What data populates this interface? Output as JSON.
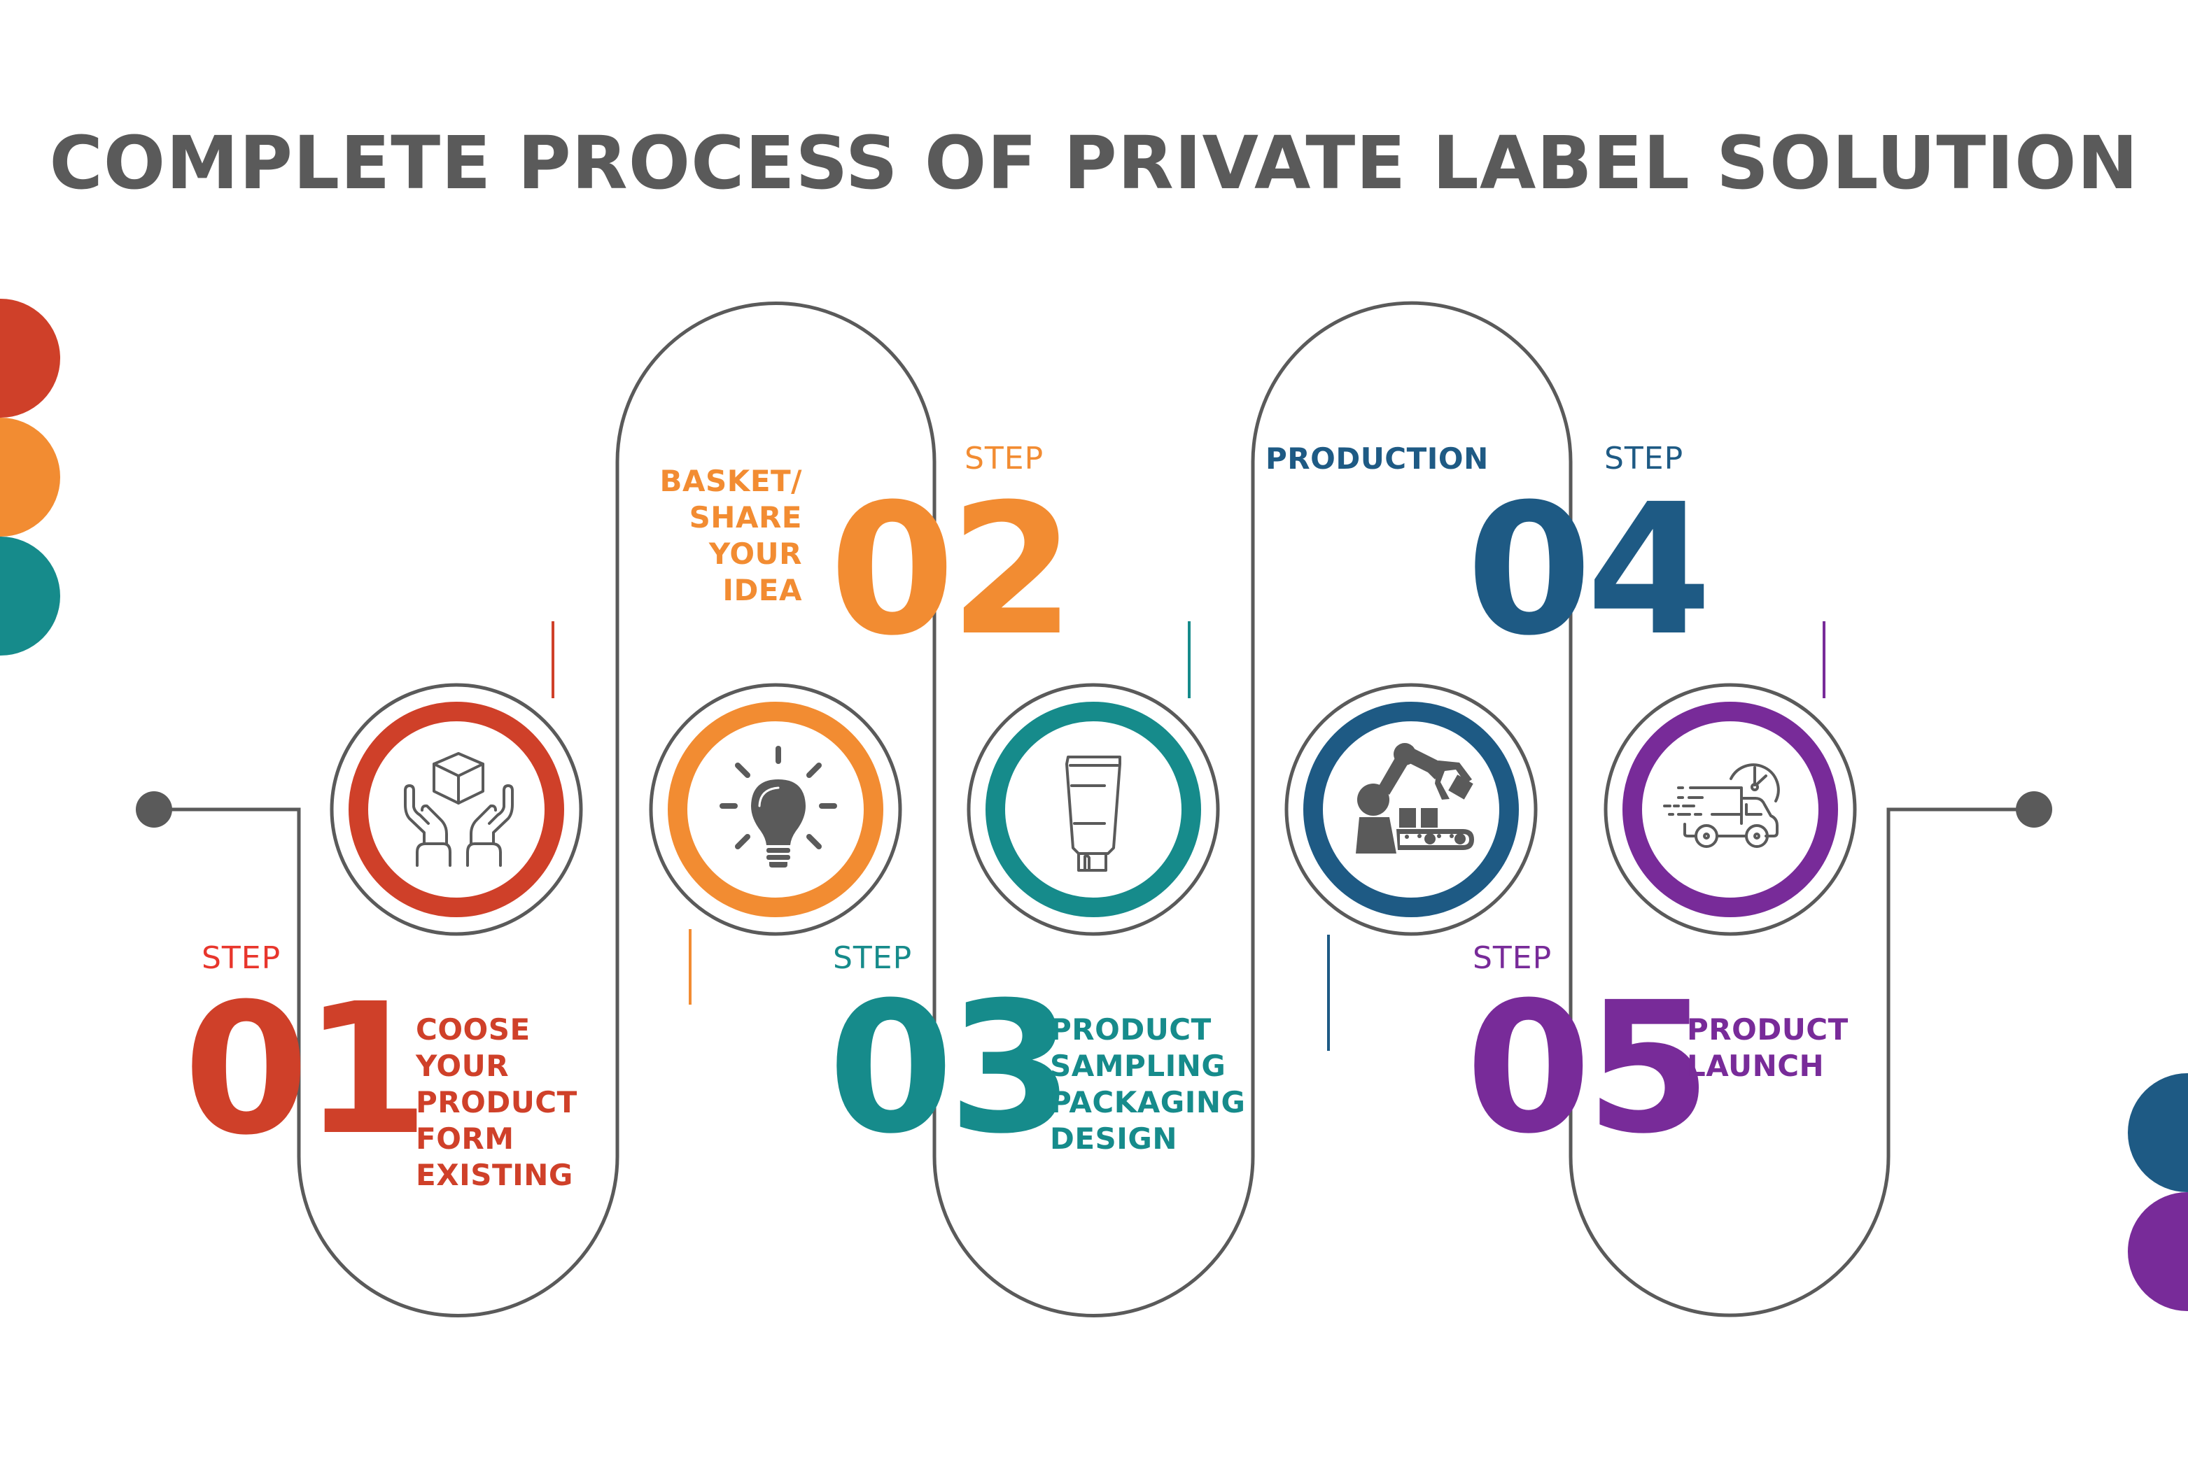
{
  "title": "COMPLETE PROCESS OF PRIVATE LABEL SOLUTION",
  "colors": {
    "title": "#5a5a5a",
    "line": "#5a5a5a",
    "step1": "#cf4029",
    "step2": "#f28c32",
    "step3": "#168b8b",
    "step4": "#1e5a84",
    "step5": "#782b99"
  },
  "steps": [
    {
      "label": "STEP",
      "number": "01",
      "description": [
        "COOSE",
        "YOUR",
        "PRODUCT",
        "FORM",
        "EXISTING"
      ],
      "icon": "hands-holding-box-icon",
      "color": "#cf4029"
    },
    {
      "label": "STEP",
      "number": "02",
      "description": [
        "BASKET/",
        "SHARE",
        "YOUR",
        "IDEA"
      ],
      "icon": "lightbulb-icon",
      "color": "#f28c32"
    },
    {
      "label": "STEP",
      "number": "03",
      "description": [
        "PRODUCT",
        "SAMPLING",
        "PACKAGING",
        "DESIGN"
      ],
      "icon": "cosmetic-tube-icon",
      "color": "#168b8b"
    },
    {
      "label": "STEP",
      "number": "04",
      "description": [
        "PRODUCTION"
      ],
      "icon": "robot-arm-conveyor-icon",
      "color": "#1e5a84"
    },
    {
      "label": "STEP",
      "number": "05",
      "description": [
        "PRODUCT",
        "LAUNCH"
      ],
      "icon": "delivery-truck-clock-icon",
      "color": "#782b99"
    }
  ],
  "decorations": {
    "left_circles": [
      "#cf4029",
      "#f28c32",
      "#168b8b"
    ],
    "right_circles": [
      "#1e5a84",
      "#782b99"
    ]
  }
}
